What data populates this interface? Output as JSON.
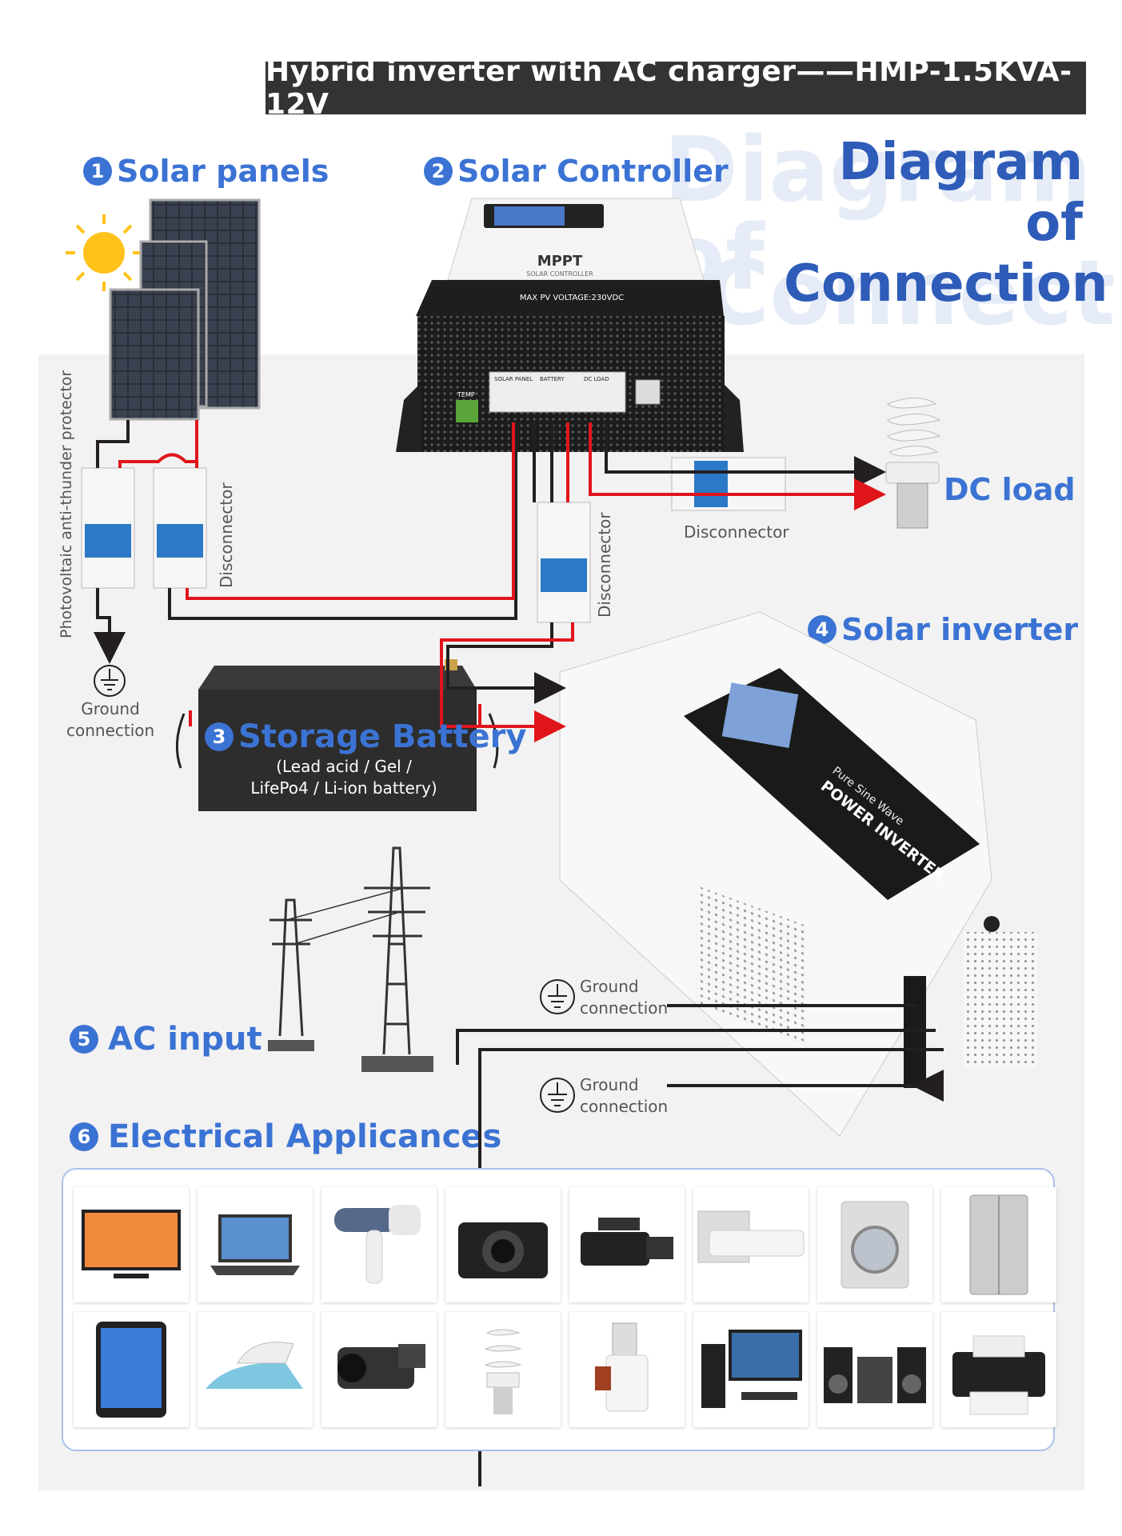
{
  "title": "Hybrid inverter with AC charger——HMP-1.5KVA-12V",
  "diagram_title": [
    "Diagram of",
    "Connection"
  ],
  "sections": {
    "solar_panels": {
      "num": "1",
      "label": "Solar panels"
    },
    "solar_controller": {
      "num": "2",
      "label": "Solar Controller"
    },
    "storage_battery": {
      "num": "3",
      "label": "Storage Battery",
      "sub1": "(Lead acid / Gel /",
      "sub2": "LifePo4 / Li-ion battery)"
    },
    "solar_inverter": {
      "num": "4",
      "label": "Solar inverter"
    },
    "ac_input": {
      "num": "5",
      "label": "AC input"
    },
    "appliances": {
      "num": "6",
      "label": "Electrical Applicances"
    }
  },
  "labels": {
    "protector": "Photovoltaic anti-thunder protector",
    "disconnector": "Disconnector",
    "dc_load": "DC load",
    "ground_line1": "Ground",
    "ground_line2": "connection"
  },
  "controller": {
    "brand": "MPPT",
    "sub": "SOLAR CONTROLLER",
    "max_pv": "MAX PV VOLTAGE:230VDC",
    "port_solar": "SOLAR PANEL",
    "port_battery": "BATTERY",
    "port_dcload": "DC LOAD",
    "temp": "TEMP"
  },
  "inverter": {
    "line1": "Pure Sine Wave",
    "line2": "POWER INVERTER"
  },
  "appliances": [
    "tv",
    "laptop",
    "hair-dryer",
    "camera",
    "video-camera",
    "air-conditioner",
    "washing-machine",
    "refrigerator",
    "tablet",
    "iron",
    "camcorder",
    "cfl-bulb",
    "juicer",
    "desktop-pc",
    "hifi-system",
    "printer"
  ],
  "colors": {
    "accent": "#3b73d4",
    "title_bg": "#333333",
    "wire_red": "#e0151b",
    "wire_black": "#231f20"
  }
}
